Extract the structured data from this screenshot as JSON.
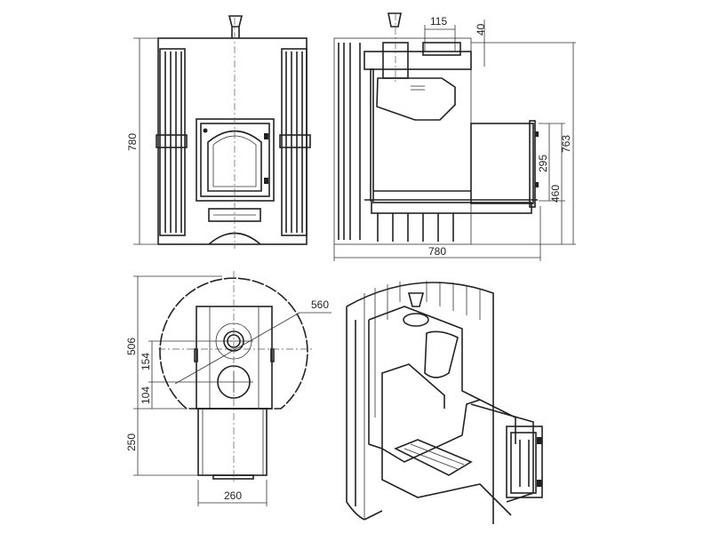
{
  "title": "Sauna stove technical drawing",
  "views": {
    "front": {
      "height_label": "780"
    },
    "side": {
      "chimney_offset_label": "115",
      "top_offset_label": "40",
      "total_height_label": "763",
      "door_height_label": "295",
      "door_top_label": "460",
      "width_label": "780"
    },
    "top": {
      "diameter_label": "560",
      "depth_label": "506",
      "chimney_pos_label": "154",
      "hole_pos_label": "104",
      "firebox_length_label": "250",
      "firebox_width_label": "260"
    }
  },
  "colors": {
    "line": "#222222",
    "background": "#ffffff"
  }
}
